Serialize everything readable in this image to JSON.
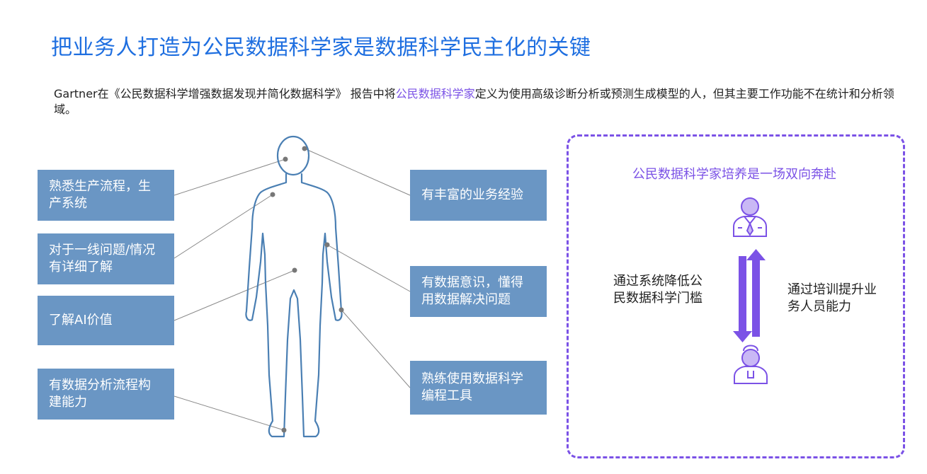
{
  "title": "把业务人打造为公民数据科学家是数据科学民主化的关键",
  "intro": {
    "prefix": "Gartner在《公民数据科学增强数据发现并简化数据科学》 报告中将",
    "highlight": "公民数据科学家",
    "suffix": "定义为使用高级诊断分析或预测生成模型的人，但其主要工作功能不在统计和分析领域。"
  },
  "left_boxes": [
    "熟悉生产流程，生产系统",
    "对于一线问题/情况有详细了解",
    "了解AI价值",
    "有数据分析流程构建能力"
  ],
  "right_boxes": [
    "有丰富的业务经验",
    "有数据意识，懂得用数据解决问题",
    "熟练使用数据科学编程工具"
  ],
  "panel": {
    "title": "公民数据科学家培养是一场双向奔赴",
    "left_text": "通过系统降低公民数据科学门槛",
    "right_text": "通过培训提升业务人员能力",
    "top_icon": "businessman-icon",
    "bottom_icon": "worker-icon",
    "accent": "#7B52E6"
  },
  "colors": {
    "title": "#1F6FE0",
    "box": "#6A96C4",
    "outline": "#4A7FB3"
  }
}
